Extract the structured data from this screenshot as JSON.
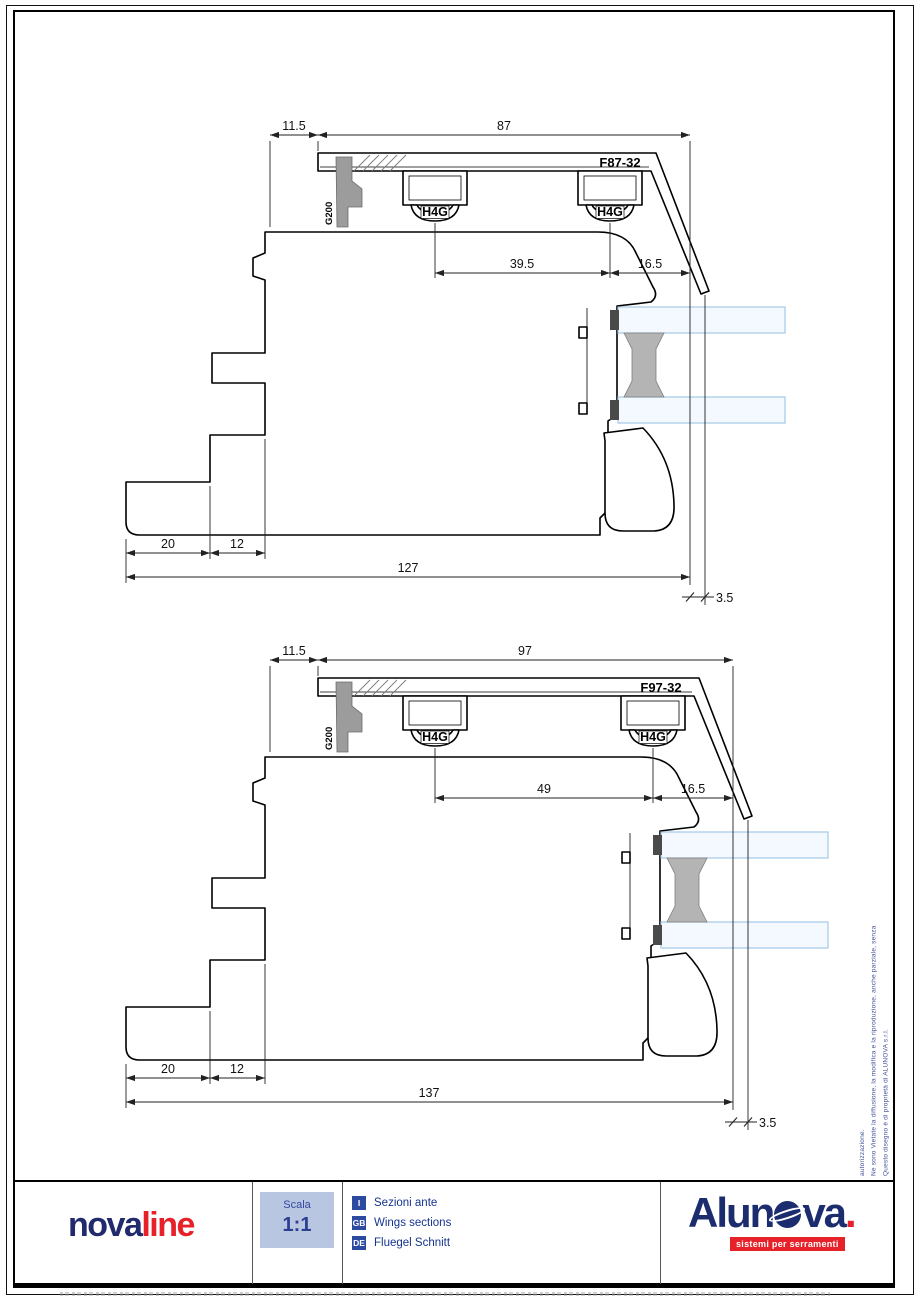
{
  "drawings": [
    {
      "profile_code": "F87-32",
      "gasket_label": "G200",
      "glazing_left": "H4G",
      "glazing_right": "H4G",
      "dims": {
        "overhang": "11.5",
        "width_top": "87",
        "gasket_spacing": "39.5",
        "edge_offset": "16.5",
        "foot": "20",
        "step": "12",
        "total": "127",
        "tip_offset": "3.5"
      }
    },
    {
      "profile_code": "F97-32",
      "gasket_label": "G200",
      "glazing_left": "H4G",
      "glazing_right": "H4G",
      "dims": {
        "overhang": "11.5",
        "width_top": "97",
        "gasket_spacing": "49",
        "edge_offset": "16.5",
        "foot": "20",
        "step": "12",
        "total": "137",
        "tip_offset": "3.5"
      }
    }
  ],
  "title_block": {
    "brand_novaline": {
      "part_blue": "nova",
      "part_red": "line"
    },
    "scale": {
      "label": "Scala",
      "value": "1:1"
    },
    "languages": [
      {
        "code": "I",
        "label": "Sezioni ante"
      },
      {
        "code": "GB",
        "label": "Wings sections"
      },
      {
        "code": "DE",
        "label": "Fluegel Schnitt"
      }
    ],
    "brand_alunova": {
      "word_start": "Alun",
      "word_end": "va",
      "dot": ".",
      "tagline": "sistemi per serramenti"
    }
  },
  "side_note": {
    "line1": "Questo disegno è di proprietà di ALUNOVA s.r.l.",
    "line2": "Ne sono Vietate la diffusione, la modifica e la riproduzione, anche parziale, senza autorizzazione."
  }
}
